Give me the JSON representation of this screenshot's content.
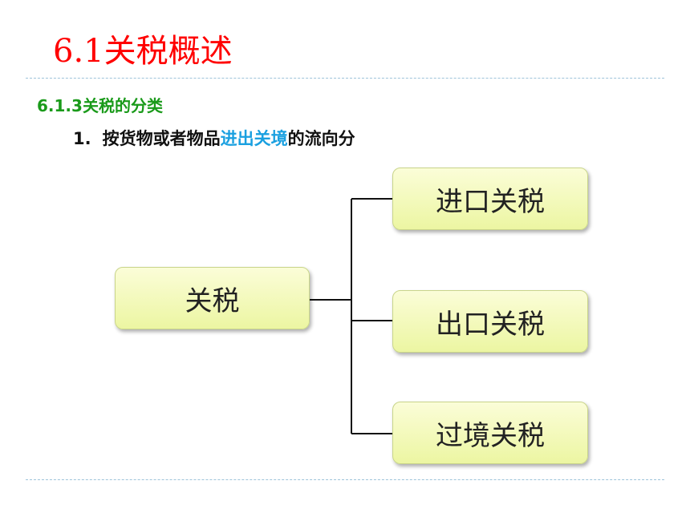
{
  "slide": {
    "title": "6.1关税概述",
    "subtitle": "6.1.3关税的分类",
    "item": {
      "number": "1.",
      "text_before": "按货物或者物品",
      "highlight": "进出关境",
      "text_after": "的流向分"
    }
  },
  "diagram": {
    "root": "关税",
    "children": [
      "进口关税",
      "出口关税",
      "过境关税"
    ]
  },
  "colors": {
    "title": "#ff0000",
    "subtitle": "#1a9a1a",
    "highlight": "#1aa0e0",
    "node_fill": "#f3f9bd",
    "node_border": "#c9d58a",
    "divider": "#9ec4da"
  }
}
